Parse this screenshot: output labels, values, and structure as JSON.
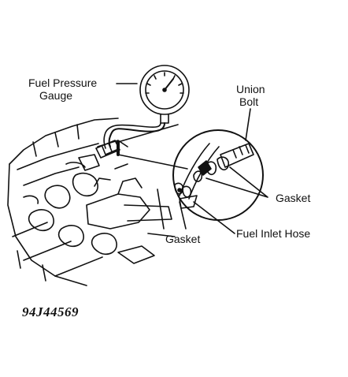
{
  "labels": {
    "fuel_pressure_gauge_line1": "Fuel Pressure",
    "fuel_pressure_gauge_line2": "Gauge",
    "union_bolt_line1": "Union",
    "union_bolt_line2": "Bolt",
    "gasket_right": "Gasket",
    "gasket_bottom": "Gasket",
    "fuel_inlet_hose": "Fuel Inlet Hose"
  },
  "figure_ref": "94J44569",
  "colors": {
    "ink": "#111111",
    "paper": "#ffffff"
  }
}
